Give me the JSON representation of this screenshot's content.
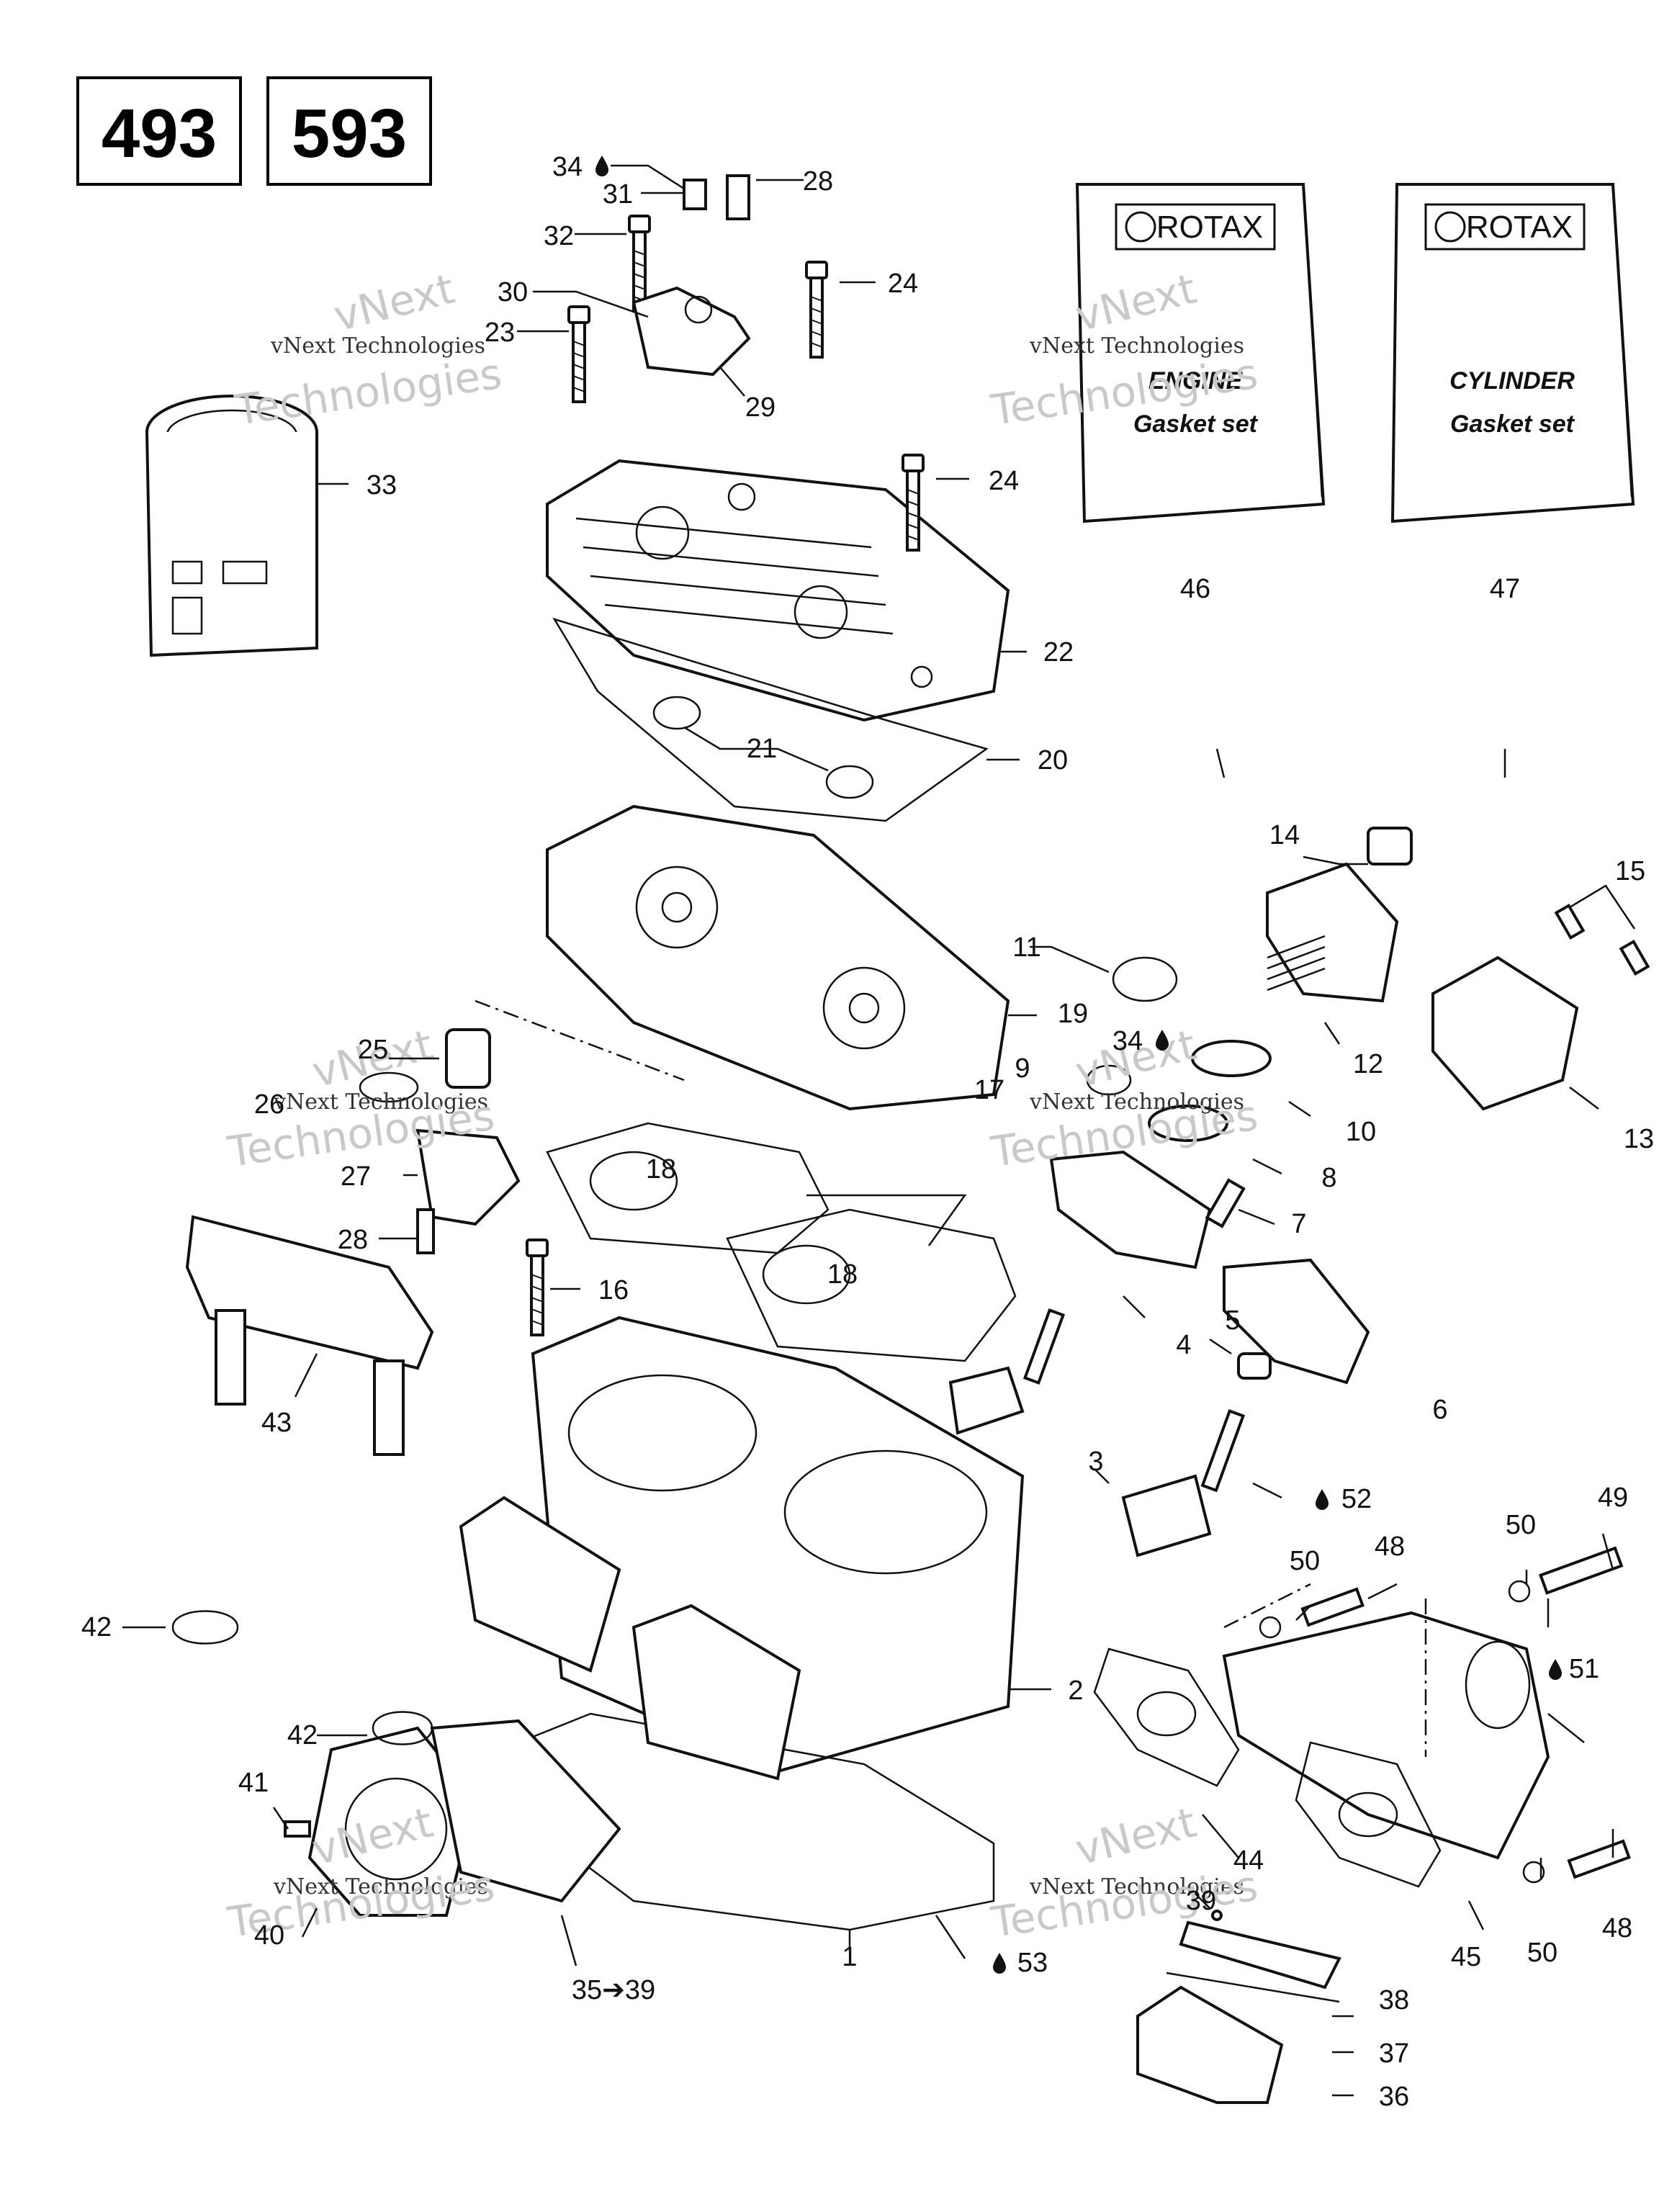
{
  "header": {
    "model_a": "493",
    "model_b": "593"
  },
  "brand": {
    "name": "ROTAX"
  },
  "watermark": {
    "line1": "vNext Technologies",
    "line2": "Technologies",
    "line3": "vNext"
  },
  "kits": {
    "engine": {
      "title": "ENGINE",
      "subtitle": "Gasket set",
      "callout": "46"
    },
    "cylinder": {
      "title": "CYLINDER",
      "subtitle": "Gasket set",
      "callout": "47"
    }
  },
  "callouts": {
    "c1": "1",
    "c2": "2",
    "c3": "3",
    "c4": "4",
    "c5": "5",
    "c6": "6",
    "c7": "7",
    "c8": "8",
    "c9": "9",
    "c10": "10",
    "c11": "11",
    "c12": "12",
    "c13": "13",
    "c14": "14",
    "c15": "15",
    "c16": "16",
    "c17": "17",
    "c18a": "18",
    "c18b": "18",
    "c19": "19",
    "c20": "20",
    "c21": "21",
    "c22": "22",
    "c23": "23",
    "c24a": "24",
    "c24b": "24",
    "c25": "25",
    "c26": "26",
    "c27": "27",
    "c28a": "28",
    "c28b": "28",
    "c29": "29",
    "c30": "30",
    "c31": "31",
    "c32": "32",
    "c33": "33",
    "c34a": "34",
    "c34b": "34",
    "c35": "35➔39",
    "c36": "36",
    "c37": "37",
    "c38": "38",
    "c39": "39",
    "c40": "40",
    "c41": "41",
    "c42a": "42",
    "c42b": "42",
    "c43": "43",
    "c44": "44",
    "c45": "45",
    "c48a": "48",
    "c48b": "48",
    "c49": "49",
    "c50a": "50",
    "c50b": "50",
    "c50c": "50",
    "c51": "51",
    "c52": "52",
    "c53": "53"
  },
  "icons": {
    "drop": "drop-icon"
  }
}
